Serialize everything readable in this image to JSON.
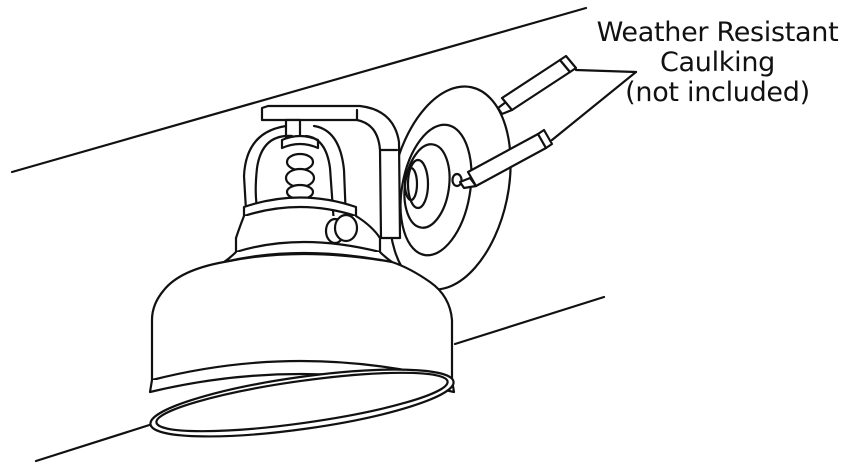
{
  "callout": {
    "lines": [
      "Weather Resistant",
      "Caulking",
      "(not included)"
    ]
  },
  "colors": {
    "stroke": "#111111",
    "background": "#ffffff"
  }
}
